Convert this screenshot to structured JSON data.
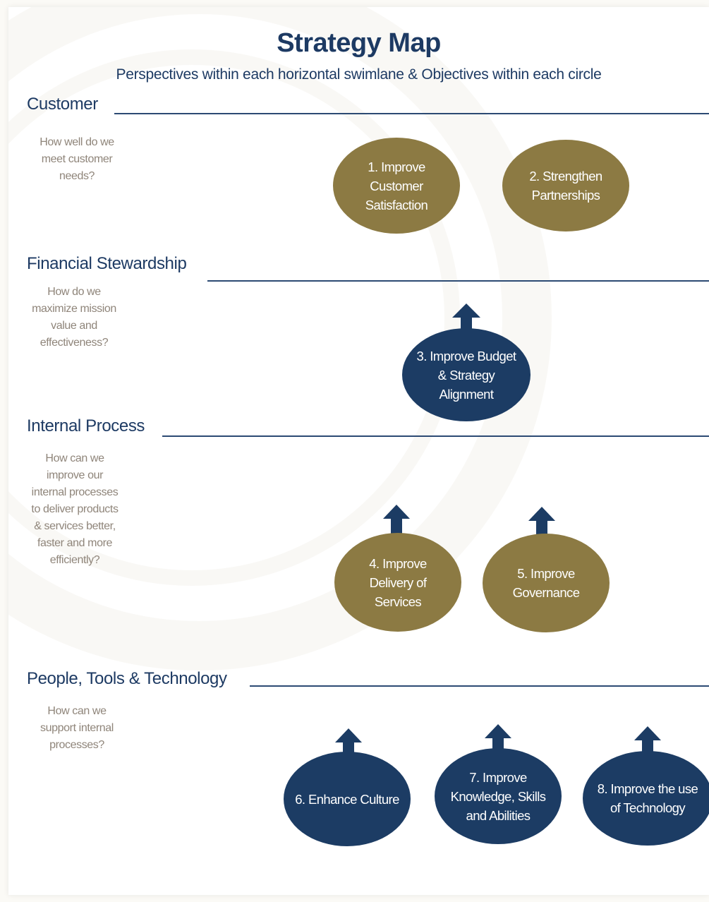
{
  "title": "Strategy Map",
  "subtitle": "Perspectives within each horizontal swimlane & Objectives within each circle",
  "colors": {
    "navy": "#1c3c64",
    "gold": "#8c7a43",
    "question_text": "#8f857a"
  },
  "lanes": [
    {
      "heading": "Customer",
      "question": "How well do we\nmeet customer\nneeds?"
    },
    {
      "heading": "Financial Stewardship",
      "question": "How do we\nmaximize mission\nvalue and\neffectiveness?"
    },
    {
      "heading": "Internal Process",
      "question": "How can we\nimprove our\ninternal processes\nto deliver products\n& services better,\nfaster and more\nefficiently?"
    },
    {
      "heading": "People, Tools & Technology",
      "question": "How can we\nsupport internal\nprocesses?"
    }
  ],
  "objectives": [
    {
      "label": "1. Improve\nCustomer\nSatisfaction",
      "color": "gold",
      "arrow": false
    },
    {
      "label": "2. Strengthen\nPartnerships",
      "color": "gold",
      "arrow": false
    },
    {
      "label": "3. Improve Budget\n& Strategy\nAlignment",
      "color": "navy",
      "arrow": true
    },
    {
      "label": "4. Improve\nDelivery of\nServices",
      "color": "gold",
      "arrow": true
    },
    {
      "label": "5. Improve\nGovernance",
      "color": "gold",
      "arrow": true
    },
    {
      "label": "6. Enhance Culture",
      "color": "navy",
      "arrow": true
    },
    {
      "label": "7. Improve\nKnowledge, Skills\nand Abilities",
      "color": "navy",
      "arrow": true
    },
    {
      "label": "8. Improve the use\nof Technology",
      "color": "navy",
      "arrow": true
    }
  ]
}
